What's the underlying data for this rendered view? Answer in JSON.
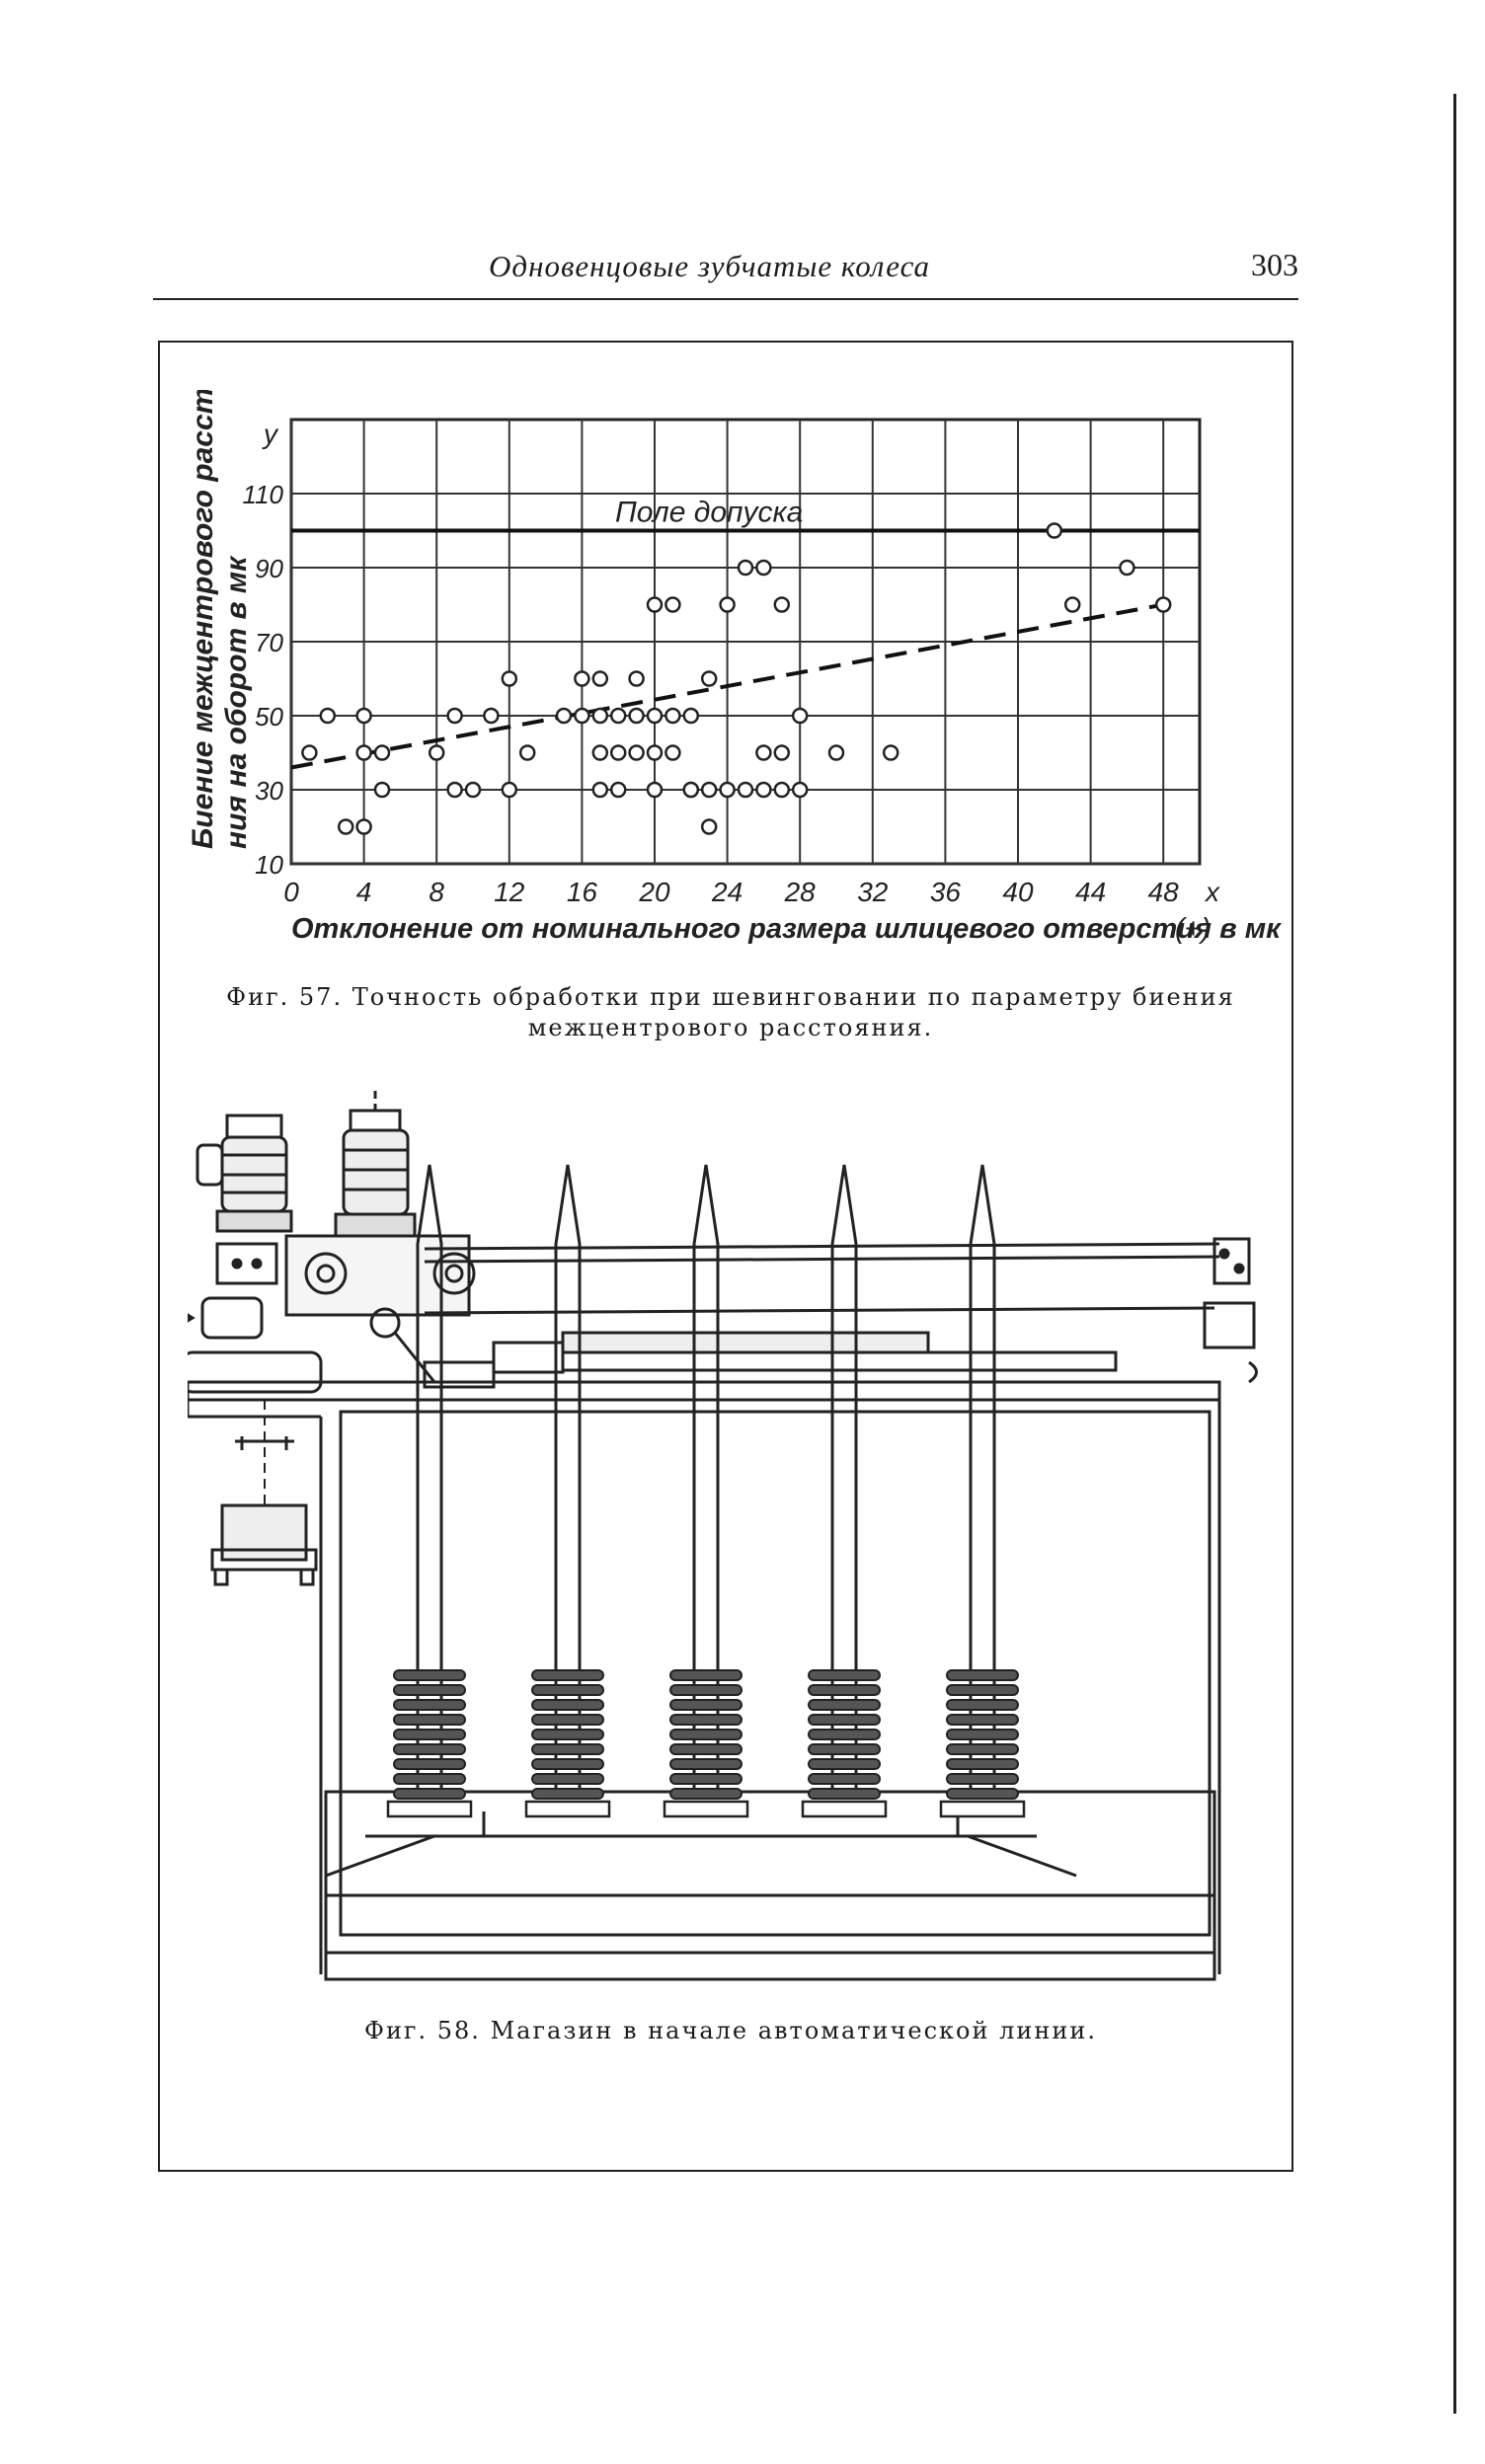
{
  "header": {
    "title": "Одновенцовые зубчатые колеса",
    "page_number": "303"
  },
  "figure57": {
    "caption_line1": "Фиг. 57. Точность обработки при шевинговании по параметру биения",
    "caption_line2": "межцентрового расстояния."
  },
  "figure58": {
    "caption": "Фиг. 58. Магазин в начале автоматической линии."
  },
  "chart_data": {
    "type": "scatter",
    "ylabel_line1": "Биение межцентрового расстоя-",
    "ylabel_line2": "ния на оборот в мк",
    "y_axis_symbol": "y",
    "xlabel": "Отклонение от номинального размера шлицевого отверстия в мк",
    "xlabel_sign": "(+)",
    "x_axis_symbol": "x",
    "x_ticks": [
      "0",
      "4",
      "8",
      "12",
      "16",
      "20",
      "24",
      "28",
      "32",
      "36",
      "40",
      "44",
      "48"
    ],
    "y_ticks": [
      "10",
      "30",
      "50",
      "70",
      "90",
      "110"
    ],
    "xlim": [
      0,
      50
    ],
    "ylim": [
      10,
      130
    ],
    "grid": true,
    "tolerance_label": "Поле допуска",
    "tolerance_value": 100,
    "trend_line": [
      [
        0,
        36
      ],
      [
        48,
        80
      ]
    ],
    "points": [
      [
        1,
        40
      ],
      [
        2,
        50
      ],
      [
        3,
        20
      ],
      [
        4,
        50
      ],
      [
        4,
        40
      ],
      [
        4,
        20
      ],
      [
        5,
        40
      ],
      [
        5,
        30
      ],
      [
        8,
        40
      ],
      [
        9,
        50
      ],
      [
        9,
        30
      ],
      [
        11,
        50
      ],
      [
        10,
        30
      ],
      [
        12,
        60
      ],
      [
        12,
        30
      ],
      [
        13,
        40
      ],
      [
        15,
        50
      ],
      [
        16,
        50
      ],
      [
        16,
        60
      ],
      [
        17,
        60
      ],
      [
        17,
        50
      ],
      [
        17,
        40
      ],
      [
        17,
        30
      ],
      [
        18,
        50
      ],
      [
        18,
        40
      ],
      [
        18,
        30
      ],
      [
        19,
        40
      ],
      [
        19,
        50
      ],
      [
        19,
        60
      ],
      [
        20,
        50
      ],
      [
        20,
        40
      ],
      [
        20,
        30
      ],
      [
        20,
        80
      ],
      [
        21,
        50
      ],
      [
        21,
        80
      ],
      [
        21,
        40
      ],
      [
        22,
        30
      ],
      [
        22,
        50
      ],
      [
        22,
        30
      ],
      [
        23,
        60
      ],
      [
        23,
        30
      ],
      [
        23,
        20
      ],
      [
        24,
        80
      ],
      [
        24,
        30
      ],
      [
        25,
        30
      ],
      [
        25,
        90
      ],
      [
        26,
        90
      ],
      [
        26,
        40
      ],
      [
        26,
        30
      ],
      [
        27,
        40
      ],
      [
        27,
        30
      ],
      [
        27,
        80
      ],
      [
        28,
        50
      ],
      [
        28,
        30
      ],
      [
        30,
        40
      ],
      [
        33,
        40
      ],
      [
        42,
        100
      ],
      [
        43,
        80
      ],
      [
        46,
        90
      ],
      [
        48,
        80
      ]
    ]
  }
}
